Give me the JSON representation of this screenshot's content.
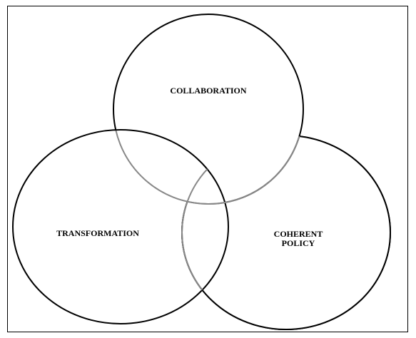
{
  "diagram": {
    "type": "venn-3",
    "sets": [
      {
        "id": "collaboration",
        "lines": [
          "COLLABORATION"
        ]
      },
      {
        "id": "transformation",
        "lines": [
          "TRANSFORMATION"
        ]
      },
      {
        "id": "coherent-policy",
        "lines": [
          "COHERENT",
          "POLICY"
        ]
      }
    ],
    "colors": {
      "outline": "#000000",
      "overlap_outline": "#888888",
      "background": "#ffffff"
    }
  }
}
